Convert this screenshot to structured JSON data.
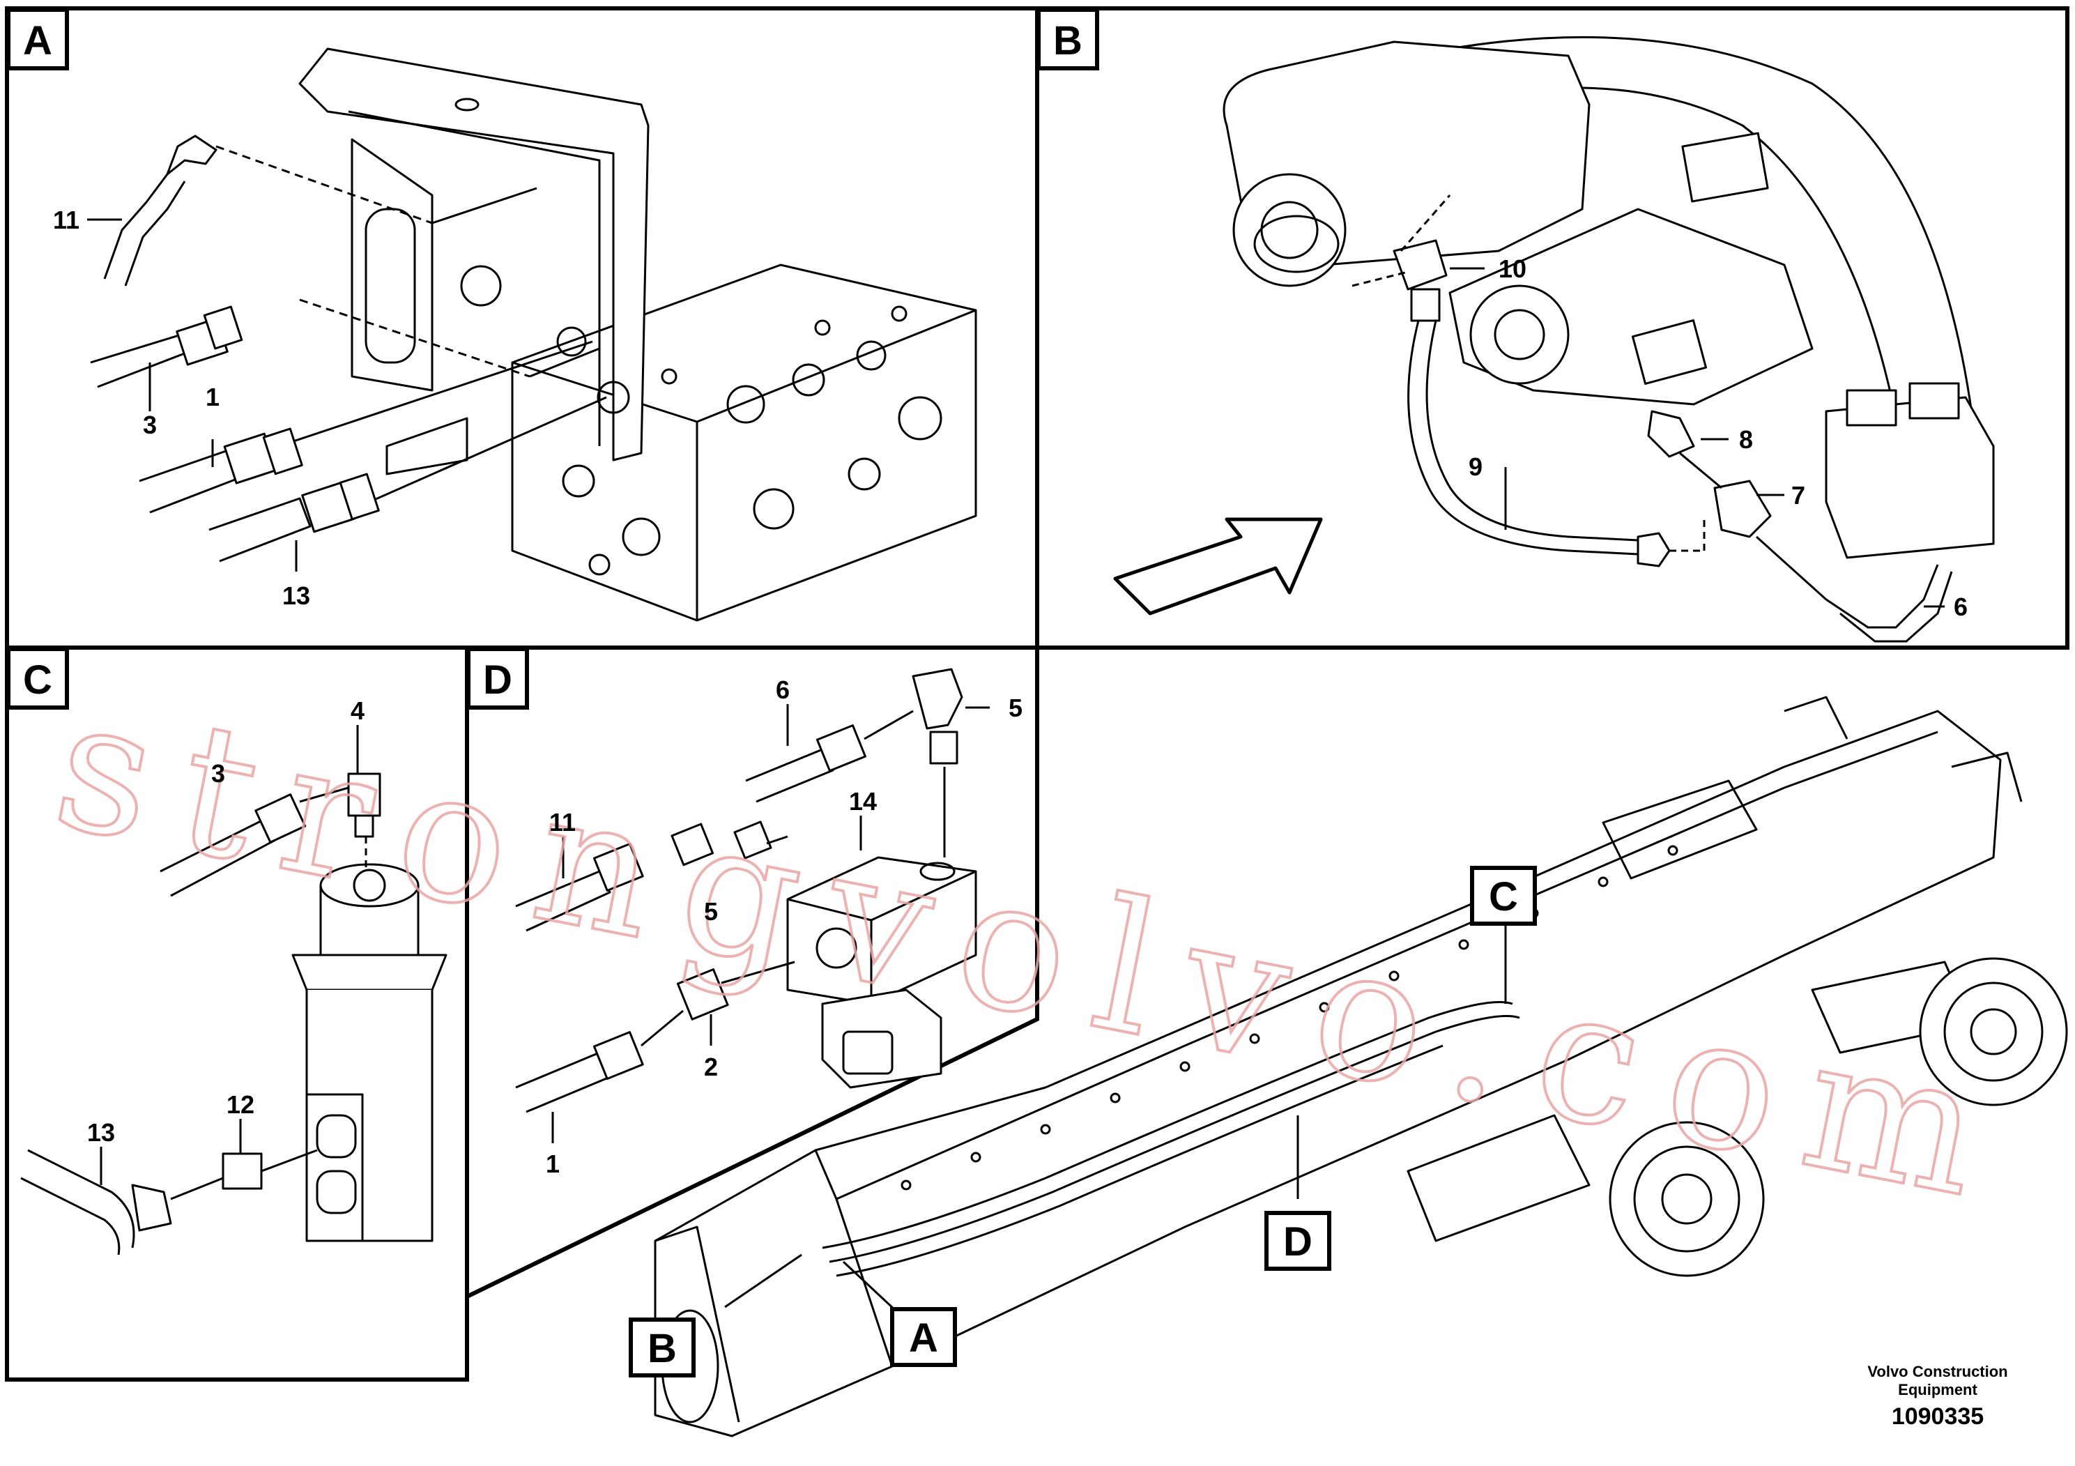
{
  "watermark": "strongvolvo.com",
  "panels": [
    {
      "letter": "A",
      "callouts": [
        "11",
        "3",
        "1",
        "13"
      ]
    },
    {
      "letter": "B",
      "callouts": [
        "10",
        "8",
        "9",
        "7",
        "6"
      ]
    },
    {
      "letter": "C",
      "callouts": [
        "4",
        "3",
        "12",
        "13"
      ]
    },
    {
      "letter": "D",
      "callouts": [
        "6",
        "5",
        "14",
        "11",
        "5",
        "2",
        "1"
      ]
    }
  ],
  "main_view_tags": [
    "C",
    "D",
    "B",
    "A"
  ],
  "footer": {
    "line1": "Volvo Construction",
    "line2": "Equipment",
    "number": "1090335"
  }
}
